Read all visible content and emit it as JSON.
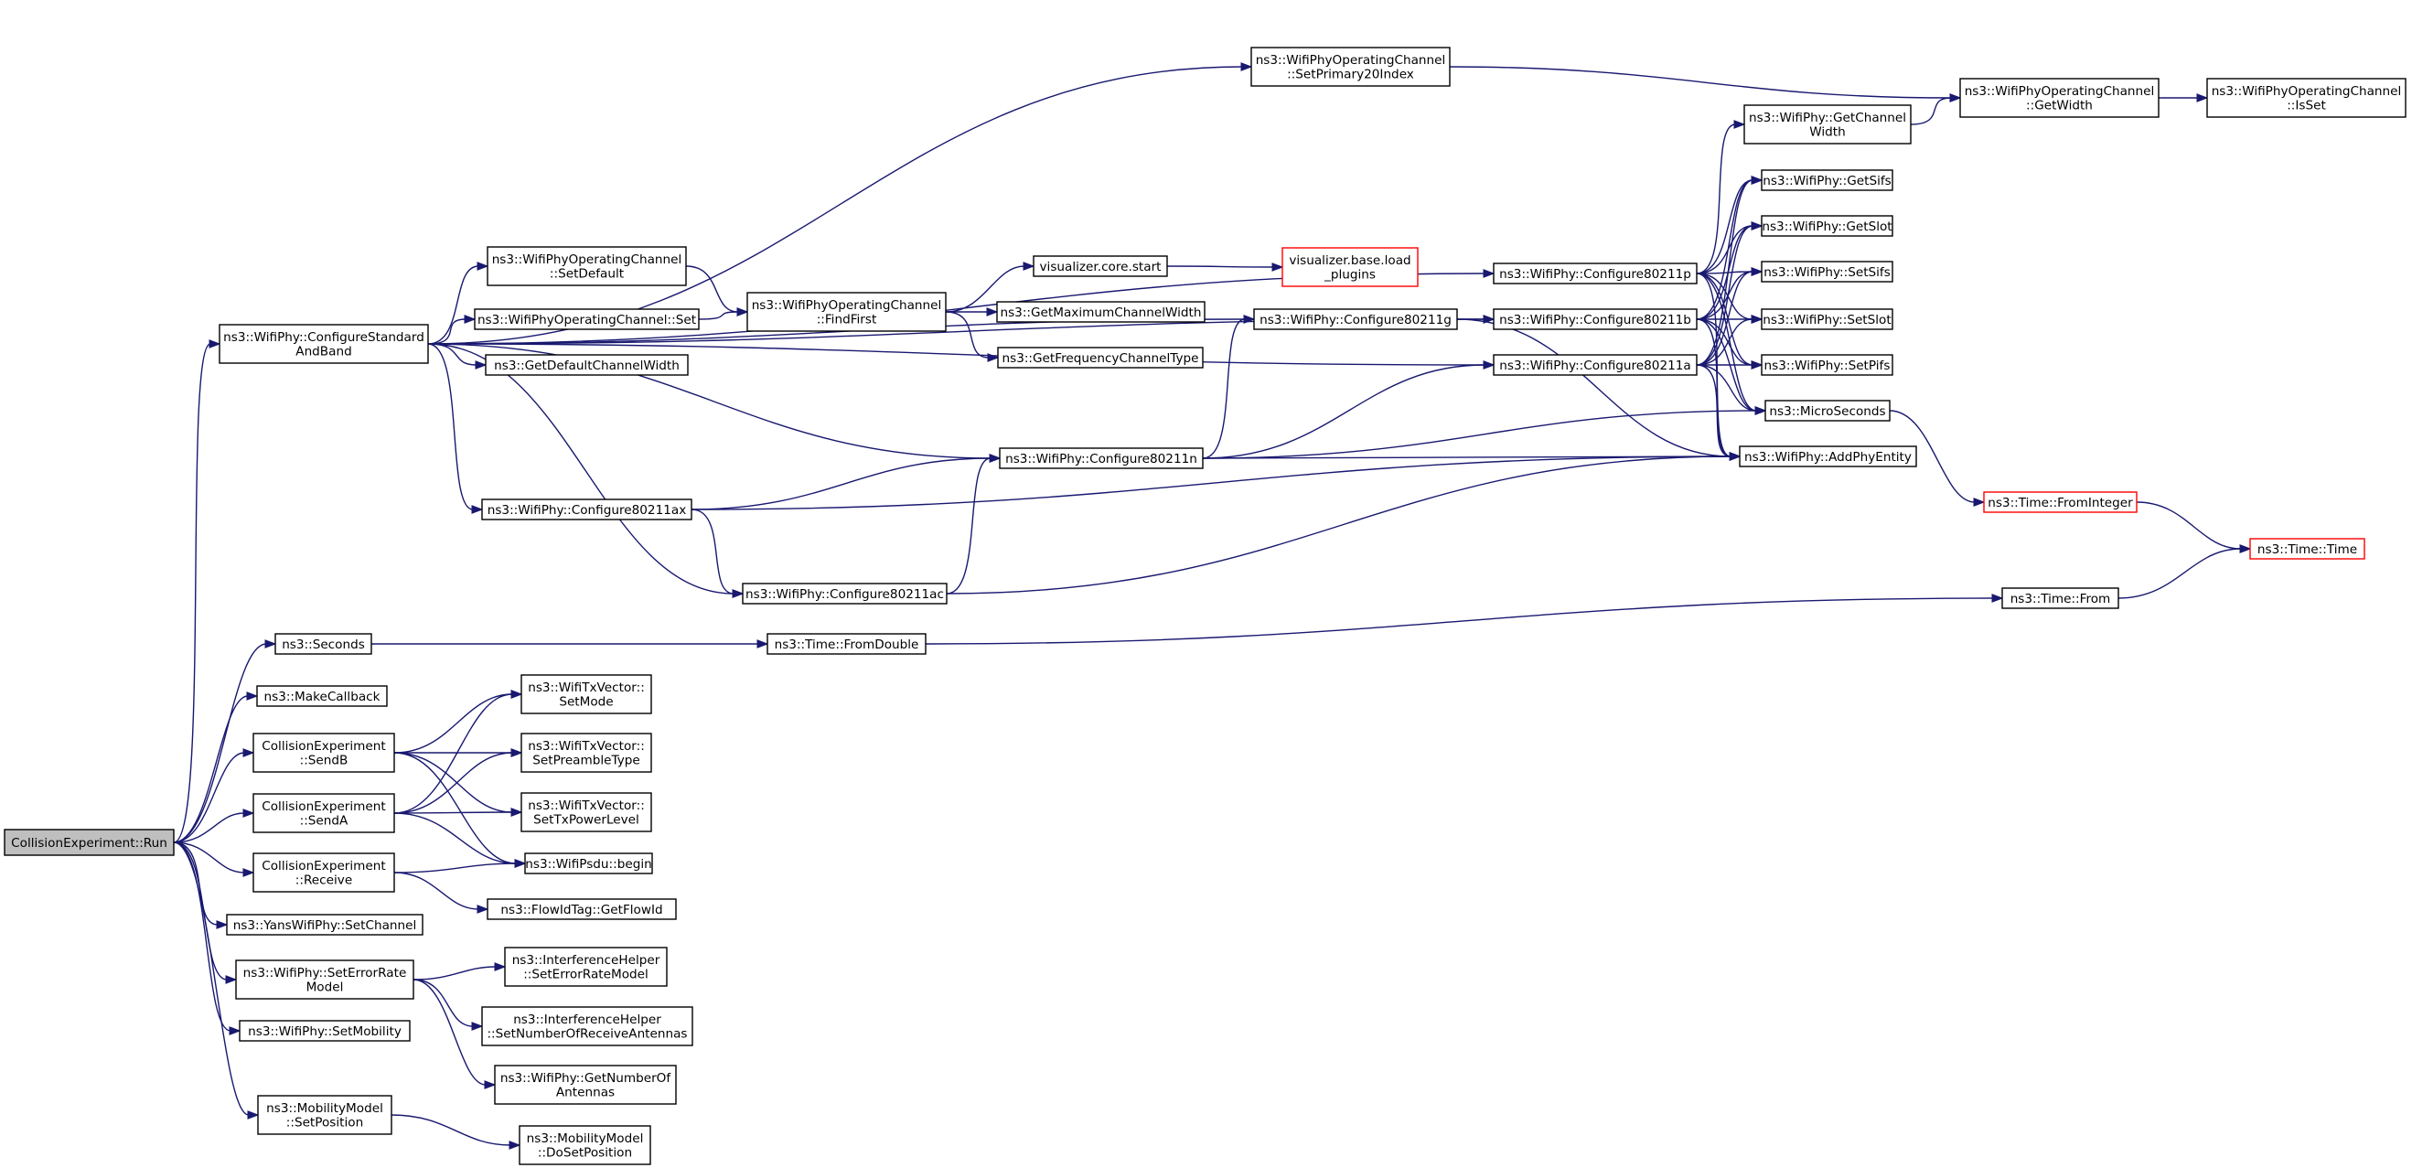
{
  "colors": {
    "edge": "#191970",
    "root_fill": "#bfbfbf",
    "truncated_border": "#ff0000",
    "border": "#000000"
  },
  "nodes": [
    {
      "id": "run",
      "lines": [
        "CollisionExperiment::Run"
      ],
      "root": true
    },
    {
      "id": "configStd",
      "lines": [
        "ns3::WifiPhy::ConfigureStandard",
        "AndBand"
      ]
    },
    {
      "id": "seconds",
      "lines": [
        "ns3::Seconds"
      ]
    },
    {
      "id": "makeCb",
      "lines": [
        "ns3::MakeCallback"
      ]
    },
    {
      "id": "sendB",
      "lines": [
        "CollisionExperiment",
        "::SendB"
      ]
    },
    {
      "id": "sendA",
      "lines": [
        "CollisionExperiment",
        "::SendA"
      ]
    },
    {
      "id": "receive",
      "lines": [
        "CollisionExperiment",
        "::Receive"
      ]
    },
    {
      "id": "setChannel",
      "lines": [
        "ns3::YansWifiPhy::SetChannel"
      ]
    },
    {
      "id": "setErrRate",
      "lines": [
        "ns3::WifiPhy::SetErrorRate",
        "Model"
      ]
    },
    {
      "id": "setMobility",
      "lines": [
        "ns3::WifiPhy::SetMobility"
      ]
    },
    {
      "id": "setPosition",
      "lines": [
        "ns3::MobilityModel",
        "::SetPosition"
      ]
    },
    {
      "id": "opChSetDefault",
      "lines": [
        "ns3::WifiPhyOperatingChannel",
        "::SetDefault"
      ]
    },
    {
      "id": "opChSet",
      "lines": [
        "ns3::WifiPhyOperatingChannel::Set"
      ]
    },
    {
      "id": "defChWidth",
      "lines": [
        "ns3::GetDefaultChannelWidth"
      ]
    },
    {
      "id": "cfgAx",
      "lines": [
        "ns3::WifiPhy::Configure80211ax"
      ]
    },
    {
      "id": "setMode",
      "lines": [
        "ns3::WifiTxVector::",
        "SetMode"
      ]
    },
    {
      "id": "setPreamble",
      "lines": [
        "ns3::WifiTxVector::",
        "SetPreambleType"
      ]
    },
    {
      "id": "setTxPower",
      "lines": [
        "ns3::WifiTxVector::",
        "SetTxPowerLevel"
      ]
    },
    {
      "id": "psduBegin",
      "lines": [
        "ns3::WifiPsdu::begin"
      ]
    },
    {
      "id": "getFlowId",
      "lines": [
        "ns3::FlowIdTag::GetFlowId"
      ]
    },
    {
      "id": "setErrRateModel",
      "lines": [
        "ns3::InterferenceHelper",
        "::SetErrorRateModel"
      ]
    },
    {
      "id": "setNumAnt",
      "lines": [
        "ns3::InterferenceHelper",
        "::SetNumberOfReceiveAntennas"
      ]
    },
    {
      "id": "getNumAnt",
      "lines": [
        "ns3::WifiPhy::GetNumberOf",
        "Antennas"
      ]
    },
    {
      "id": "doSetPos",
      "lines": [
        "ns3::MobilityModel",
        "::DoSetPosition"
      ]
    },
    {
      "id": "findFirst",
      "lines": [
        "ns3::WifiPhyOperatingChannel",
        "::FindFirst"
      ]
    },
    {
      "id": "cfgAc",
      "lines": [
        "ns3::WifiPhy::Configure80211ac"
      ]
    },
    {
      "id": "fromDouble",
      "lines": [
        "ns3::Time::FromDouble"
      ]
    },
    {
      "id": "vizStart",
      "lines": [
        "visualizer.core.start"
      ]
    },
    {
      "id": "getMaxChWidth",
      "lines": [
        "ns3::GetMaximumChannelWidth"
      ]
    },
    {
      "id": "getFreqChType",
      "lines": [
        "ns3::GetFrequencyChannelType"
      ]
    },
    {
      "id": "cfgN",
      "lines": [
        "ns3::WifiPhy::Configure80211n"
      ]
    },
    {
      "id": "setPrimary20",
      "lines": [
        "ns3::WifiPhyOperatingChannel",
        "::SetPrimary20Index"
      ]
    },
    {
      "id": "vizLoad",
      "lines": [
        "visualizer.base.load",
        "_plugins"
      ],
      "truncated": true
    },
    {
      "id": "cfgG",
      "lines": [
        "ns3::WifiPhy::Configure80211g"
      ]
    },
    {
      "id": "cfgP",
      "lines": [
        "ns3::WifiPhy::Configure80211p"
      ]
    },
    {
      "id": "cfgB",
      "lines": [
        "ns3::WifiPhy::Configure80211b"
      ]
    },
    {
      "id": "cfgA",
      "lines": [
        "ns3::WifiPhy::Configure80211a"
      ]
    },
    {
      "id": "getChWidth",
      "lines": [
        "ns3::WifiPhy::GetChannel",
        "Width"
      ]
    },
    {
      "id": "getSifs",
      "lines": [
        "ns3::WifiPhy::GetSifs"
      ]
    },
    {
      "id": "getSlot",
      "lines": [
        "ns3::WifiPhy::GetSlot"
      ]
    },
    {
      "id": "setSifs",
      "lines": [
        "ns3::WifiPhy::SetSifs"
      ]
    },
    {
      "id": "setSlot",
      "lines": [
        "ns3::WifiPhy::SetSlot"
      ]
    },
    {
      "id": "setPifs",
      "lines": [
        "ns3::WifiPhy::SetPifs"
      ]
    },
    {
      "id": "microSec",
      "lines": [
        "ns3::MicroSeconds"
      ]
    },
    {
      "id": "addPhyEnt",
      "lines": [
        "ns3::WifiPhy::AddPhyEntity"
      ]
    },
    {
      "id": "opChGetWidth",
      "lines": [
        "ns3::WifiPhyOperatingChannel",
        "::GetWidth"
      ]
    },
    {
      "id": "timeFrom",
      "lines": [
        "ns3::Time::From"
      ]
    },
    {
      "id": "opChIsSet",
      "lines": [
        "ns3::WifiPhyOperatingChannel",
        "::IsSet"
      ]
    },
    {
      "id": "fromInteger",
      "lines": [
        "ns3::Time::FromInteger"
      ],
      "truncated": true
    },
    {
      "id": "timeTime",
      "lines": [
        "ns3::Time::Time"
      ],
      "truncated": true
    }
  ],
  "edges": [
    [
      "run",
      "configStd"
    ],
    [
      "run",
      "seconds"
    ],
    [
      "run",
      "makeCb"
    ],
    [
      "run",
      "sendB"
    ],
    [
      "run",
      "sendA"
    ],
    [
      "run",
      "receive"
    ],
    [
      "run",
      "setChannel"
    ],
    [
      "run",
      "setErrRate"
    ],
    [
      "run",
      "setMobility"
    ],
    [
      "run",
      "setPosition"
    ],
    [
      "configStd",
      "setPrimary20"
    ],
    [
      "configStd",
      "cfgP"
    ],
    [
      "configStd",
      "cfgB"
    ],
    [
      "configStd",
      "cfgA"
    ],
    [
      "configStd",
      "opChSetDefault"
    ],
    [
      "configStd",
      "opChSet"
    ],
    [
      "configStd",
      "defChWidth"
    ],
    [
      "configStd",
      "cfgG"
    ],
    [
      "configStd",
      "cfgN"
    ],
    [
      "configStd",
      "cfgAx"
    ],
    [
      "configStd",
      "cfgAc"
    ],
    [
      "opChSetDefault",
      "findFirst"
    ],
    [
      "opChSet",
      "findFirst"
    ],
    [
      "findFirst",
      "vizStart"
    ],
    [
      "findFirst",
      "getMaxChWidth"
    ],
    [
      "findFirst",
      "getFreqChType"
    ],
    [
      "vizStart",
      "vizLoad"
    ],
    [
      "setPrimary20",
      "opChGetWidth"
    ],
    [
      "opChGetWidth",
      "opChIsSet"
    ],
    [
      "cfgP",
      "getChWidth"
    ],
    [
      "cfgP",
      "getSifs"
    ],
    [
      "cfgP",
      "getSlot"
    ],
    [
      "cfgP",
      "setSifs"
    ],
    [
      "cfgP",
      "setSlot"
    ],
    [
      "cfgP",
      "setPifs"
    ],
    [
      "cfgP",
      "microSec"
    ],
    [
      "cfgP",
      "addPhyEnt"
    ],
    [
      "getChWidth",
      "opChGetWidth"
    ],
    [
      "cfgB",
      "getSifs"
    ],
    [
      "cfgB",
      "getSlot"
    ],
    [
      "cfgB",
      "setSifs"
    ],
    [
      "cfgB",
      "setSlot"
    ],
    [
      "cfgB",
      "setPifs"
    ],
    [
      "cfgB",
      "microSec"
    ],
    [
      "cfgB",
      "addPhyEnt"
    ],
    [
      "cfgA",
      "getSifs"
    ],
    [
      "cfgA",
      "getSlot"
    ],
    [
      "cfgA",
      "setSifs"
    ],
    [
      "cfgA",
      "setSlot"
    ],
    [
      "cfgA",
      "setPifs"
    ],
    [
      "cfgA",
      "microSec"
    ],
    [
      "cfgA",
      "addPhyEnt"
    ],
    [
      "cfgG",
      "cfgB"
    ],
    [
      "cfgG",
      "addPhyEnt"
    ],
    [
      "cfgN",
      "cfgG"
    ],
    [
      "cfgN",
      "cfgA"
    ],
    [
      "cfgN",
      "microSec"
    ],
    [
      "cfgN",
      "addPhyEnt"
    ],
    [
      "cfgAx",
      "cfgN"
    ],
    [
      "cfgAx",
      "cfgAc"
    ],
    [
      "cfgAx",
      "addPhyEnt"
    ],
    [
      "cfgAc",
      "cfgN"
    ],
    [
      "cfgAc",
      "addPhyEnt"
    ],
    [
      "microSec",
      "fromInteger"
    ],
    [
      "fromInteger",
      "timeTime"
    ],
    [
      "seconds",
      "fromDouble"
    ],
    [
      "fromDouble",
      "timeFrom"
    ],
    [
      "timeFrom",
      "timeTime"
    ],
    [
      "sendB",
      "setMode"
    ],
    [
      "sendB",
      "setPreamble"
    ],
    [
      "sendB",
      "setTxPower"
    ],
    [
      "sendB",
      "psduBegin"
    ],
    [
      "sendA",
      "setMode"
    ],
    [
      "sendA",
      "setPreamble"
    ],
    [
      "sendA",
      "setTxPower"
    ],
    [
      "sendA",
      "psduBegin"
    ],
    [
      "receive",
      "psduBegin"
    ],
    [
      "receive",
      "getFlowId"
    ],
    [
      "setErrRate",
      "setErrRateModel"
    ],
    [
      "setErrRate",
      "setNumAnt"
    ],
    [
      "setErrRate",
      "getNumAnt"
    ],
    [
      "setPosition",
      "doSetPos"
    ]
  ]
}
